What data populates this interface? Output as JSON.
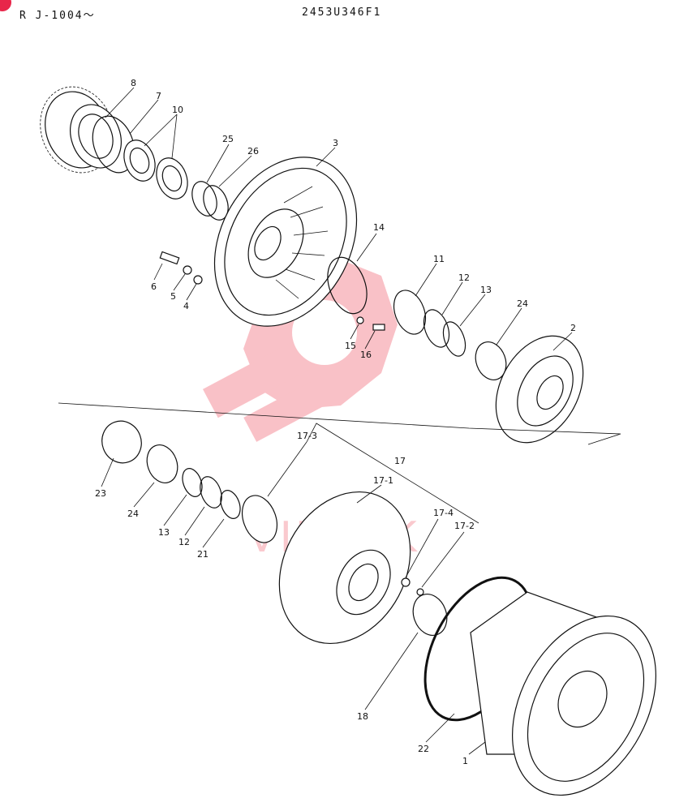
{
  "header": {
    "model_code": "R J-1004～",
    "drawing_number": "2453U346F1"
  },
  "watermark": {
    "text": "VIHTEK",
    "color": "#f05060"
  },
  "colors": {
    "line": "#111111",
    "badge": "#e8264a"
  },
  "callouts": [
    "8",
    "7",
    "10",
    "25",
    "26",
    "3",
    "14",
    "11",
    "12",
    "13",
    "24",
    "2",
    "6",
    "5",
    "4",
    "15",
    "16",
    "23",
    "24",
    "13",
    "12",
    "21",
    "17-3",
    "17",
    "17-1",
    "17-4",
    "17-2",
    "18",
    "22",
    "1"
  ]
}
